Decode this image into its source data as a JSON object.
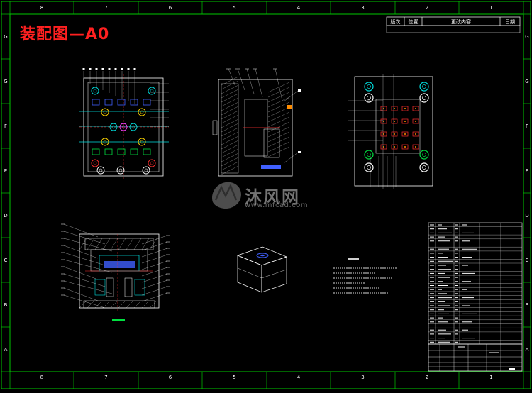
{
  "title": "装配图—A0",
  "watermark": {
    "brand": "沐风网",
    "url": "www.mfcad.com"
  },
  "border": {
    "columns_top": [
      "8",
      "7",
      "6",
      "5",
      "4",
      "3",
      "2",
      "1"
    ],
    "columns_bottom": [
      "8",
      "7",
      "6",
      "5",
      "4",
      "3",
      "2",
      "1"
    ],
    "rows_side": [
      "G",
      "G",
      "F",
      "E",
      "D",
      "C",
      "B",
      "A"
    ]
  },
  "revision_table": {
    "headers": [
      "版次",
      "位置",
      "更改内容",
      "日期"
    ]
  },
  "colors": {
    "border": "#00c800",
    "title": "#ff2020",
    "line": "#ffffff",
    "accent_cyan": "#00e0e0",
    "accent_red": "#ff3030",
    "accent_yellow": "#ffd700",
    "accent_green": "#00ff40",
    "accent_blue": "#4060ff",
    "accent_orange": "#ff8c00",
    "accent_magenta": "#ff40ff"
  },
  "icons": {
    "watermark_logo": "mf-logo-icon"
  }
}
